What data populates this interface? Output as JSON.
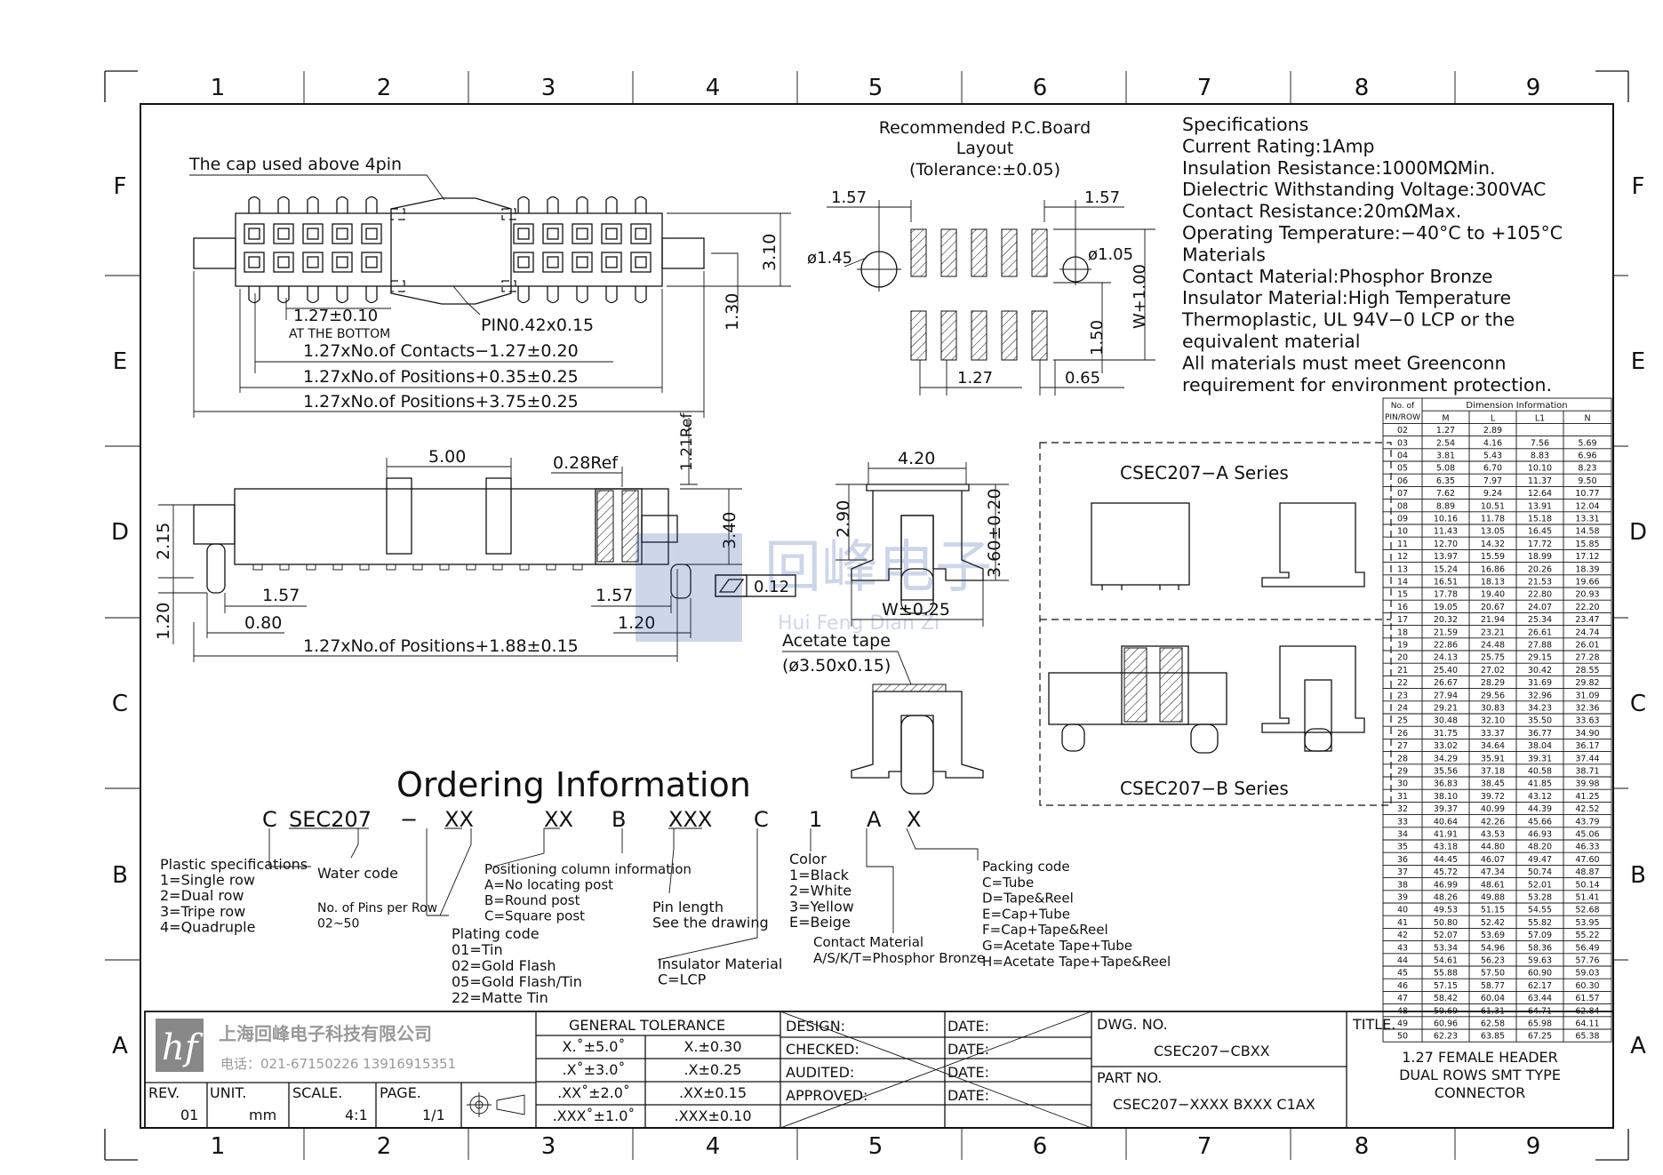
{
  "frame": {
    "columns": [
      "1",
      "2",
      "3",
      "4",
      "5",
      "6",
      "7",
      "8",
      "9"
    ],
    "rows": [
      "F",
      "E",
      "D",
      "C",
      "B",
      "A"
    ]
  },
  "top_view": {
    "note": "The cap used above 4pin",
    "dim_pitch": "1.27±0.10",
    "dim_pitch_sub": "AT THE BOTTOM",
    "dim_pin": "PIN0.42x0.15",
    "dim_height": "3.10",
    "dim_offset": "1.30",
    "dim_contacts": "1.27xNo.of  Contacts−1.27±0.20",
    "dim_positions_a": "1.27xNo.of  Positions+0.35±0.25",
    "dim_positions_b": "1.27xNo.of  Positions+3.75±0.25"
  },
  "pcb_layout": {
    "title1": "Recommended  P.C.Board",
    "title2": "Layout",
    "title3": "(Tolerance:±0.05)",
    "dim_left": "1.57",
    "dim_right": "1.57",
    "dim_hole_big": "ø1.45",
    "dim_hole_small": "ø1.05",
    "dim_w": "W+1.00",
    "dim_row": "1.50",
    "dim_pitch": "1.27",
    "dim_pad": "0.65"
  },
  "specs": {
    "lines": [
      "Specifications",
      "Current  Rating:1Amp",
      "Insulation  Resistance:1000MΩMin.",
      "Dielectric  Withstanding  Voltage:300VAC",
      "Contact  Resistance:20mΩMax.",
      "Operating  Temperature:−40°C  to  +105°C",
      "Materials",
      "Contact  Material:Phosphor  Bronze",
      "Insulator  Material:High  Temperature",
      "Thermoplastic,  UL  94V−0  LCP  or  the",
      "equivalent  material",
      "All  materials  must  meet  Greenconn",
      "requirement  for  environment  protection."
    ]
  },
  "side_view": {
    "dim_500": "5.00",
    "dim_028": "0.28Ref",
    "dim_121": "1.21Ref",
    "dim_340": "3.40",
    "dim_215": "2.15",
    "dim_157a": "1.57",
    "dim_080": "0.80",
    "dim_120a": "1.20",
    "dim_157b": "1.57",
    "dim_120b": "1.20",
    "flatness": "0.12",
    "dim_total": "1.27xNo.of  Positions+1.88±0.15"
  },
  "end_view": {
    "dim_420": "4.20",
    "dim_290": "2.90",
    "dim_360": "3.60±0.20",
    "dim_w": "W±0.25",
    "tape1": "Acetate  tape",
    "tape2": "(ø3.50x0.15)"
  },
  "series": {
    "a": "CSEC207−A  Series",
    "b": "CSEC207−B  Series"
  },
  "watermark": {
    "cn": "回峰电子",
    "py": "Hui  Feng  Dian  Zi"
  },
  "ordering": {
    "title": "Ordering  Information",
    "code": [
      "C",
      "SEC207",
      "−",
      "XX",
      "XX",
      "B",
      "XXX",
      "C",
      "1",
      "A",
      "X"
    ],
    "plastic": [
      "Plastic  specifications",
      "1=Single  row",
      "2=Dual  row",
      "3=Tripe  row",
      "4=Quadruple"
    ],
    "water": "Water  code",
    "pins": [
      "No.  of  Pins  per  Row",
      "02~50"
    ],
    "positioning": [
      "Positioning  column  information",
      "A=No  locating  post",
      "B=Round  post",
      "C=Square  post"
    ],
    "plating": [
      "Plating  code",
      "01=Tin",
      "02=Gold  Flash",
      "05=Gold  Flash/Tin",
      "22=Matte  Tin"
    ],
    "pin_length": [
      "Pin  length",
      "See  the  drawing"
    ],
    "insulator": [
      "Insulator  Material",
      "C=LCP"
    ],
    "color": [
      "Color",
      "1=Black",
      "2=White",
      "3=Yellow",
      "E=Beige"
    ],
    "contact": [
      "Contact  Material",
      "A/S/K/T=Phosphor  Bronze"
    ],
    "packing": [
      "Packing  code",
      "C=Tube",
      "D=Tape&Reel",
      "E=Cap+Tube",
      "F=Cap+Tape&Reel",
      "G=Acetate  Tape+Tube",
      "H=Acetate  Tape+Tape&Reel"
    ]
  },
  "dim_table": {
    "header_top": "Dimension  Information",
    "header_left1": "No.  of",
    "header_left2": "PIN/ROW",
    "columns": [
      "M",
      "L",
      "L1",
      "N"
    ],
    "rows": [
      [
        "02",
        "1.27",
        "2.89",
        "",
        ""
      ],
      [
        "03",
        "2.54",
        "4.16",
        "7.56",
        "5.69"
      ],
      [
        "04",
        "3.81",
        "5.43",
        "8.83",
        "6.96"
      ],
      [
        "05",
        "5.08",
        "6.70",
        "10.10",
        "8.23"
      ],
      [
        "06",
        "6.35",
        "7.97",
        "11.37",
        "9.50"
      ],
      [
        "07",
        "7.62",
        "9.24",
        "12.64",
        "10.77"
      ],
      [
        "08",
        "8.89",
        "10.51",
        "13.91",
        "12.04"
      ],
      [
        "09",
        "10.16",
        "11.78",
        "15.18",
        "13.31"
      ],
      [
        "10",
        "11.43",
        "13.05",
        "16.45",
        "14.58"
      ],
      [
        "11",
        "12.70",
        "14.32",
        "17.72",
        "15.85"
      ],
      [
        "12",
        "13.97",
        "15.59",
        "18.99",
        "17.12"
      ],
      [
        "13",
        "15.24",
        "16.86",
        "20.26",
        "18.39"
      ],
      [
        "14",
        "16.51",
        "18.13",
        "21.53",
        "19.66"
      ],
      [
        "15",
        "17.78",
        "19.40",
        "22.80",
        "20.93"
      ],
      [
        "16",
        "19.05",
        "20.67",
        "24.07",
        "22.20"
      ],
      [
        "17",
        "20.32",
        "21.94",
        "25.34",
        "23.47"
      ],
      [
        "18",
        "21.59",
        "23.21",
        "26.61",
        "24.74"
      ],
      [
        "19",
        "22.86",
        "24.48",
        "27.88",
        "26.01"
      ],
      [
        "20",
        "24.13",
        "25.75",
        "29.15",
        "27.28"
      ],
      [
        "21",
        "25.40",
        "27.02",
        "30.42",
        "28.55"
      ],
      [
        "22",
        "26.67",
        "28.29",
        "31.69",
        "29.82"
      ],
      [
        "23",
        "27.94",
        "29.56",
        "32.96",
        "31.09"
      ],
      [
        "24",
        "29.21",
        "30.83",
        "34.23",
        "32.36"
      ],
      [
        "25",
        "30.48",
        "32.10",
        "35.50",
        "33.63"
      ],
      [
        "26",
        "31.75",
        "33.37",
        "36.77",
        "34.90"
      ],
      [
        "27",
        "33.02",
        "34.64",
        "38.04",
        "36.17"
      ],
      [
        "28",
        "34.29",
        "35.91",
        "39.31",
        "37.44"
      ],
      [
        "29",
        "35.56",
        "37.18",
        "40.58",
        "38.71"
      ],
      [
        "30",
        "36.83",
        "38.45",
        "41.85",
        "39.98"
      ],
      [
        "31",
        "38.10",
        "39.72",
        "43.12",
        "41.25"
      ],
      [
        "32",
        "39.37",
        "40.99",
        "44.39",
        "42.52"
      ],
      [
        "33",
        "40.64",
        "42.26",
        "45.66",
        "43.79"
      ],
      [
        "34",
        "41.91",
        "43.53",
        "46.93",
        "45.06"
      ],
      [
        "35",
        "43.18",
        "44.80",
        "48.20",
        "46.33"
      ],
      [
        "36",
        "44.45",
        "46.07",
        "49.47",
        "47.60"
      ],
      [
        "37",
        "45.72",
        "47.34",
        "50.74",
        "48.87"
      ],
      [
        "38",
        "46.99",
        "48.61",
        "52.01",
        "50.14"
      ],
      [
        "39",
        "48.26",
        "49.88",
        "53.28",
        "51.41"
      ],
      [
        "40",
        "49.53",
        "51.15",
        "54.55",
        "52.68"
      ],
      [
        "41",
        "50.80",
        "52.42",
        "55.82",
        "53.95"
      ],
      [
        "42",
        "52.07",
        "53.69",
        "57.09",
        "55.22"
      ],
      [
        "43",
        "53.34",
        "54.96",
        "58.36",
        "56.49"
      ],
      [
        "44",
        "54.61",
        "56.23",
        "59.63",
        "57.76"
      ],
      [
        "45",
        "55.88",
        "57.50",
        "60.90",
        "59.03"
      ],
      [
        "46",
        "57.15",
        "58.77",
        "62.17",
        "60.30"
      ],
      [
        "47",
        "58.42",
        "60.04",
        "63.44",
        "61.57"
      ],
      [
        "48",
        "59.69",
        "61.31",
        "64.71",
        "62.84"
      ],
      [
        "49",
        "60.96",
        "62.58",
        "65.98",
        "64.11"
      ],
      [
        "50",
        "62.23",
        "63.85",
        "67.25",
        "65.38"
      ]
    ]
  },
  "title_block": {
    "company": "上海回峰电子科技有限公司",
    "phone": "电话：021-67150226  13916915351",
    "rev_label": "REV.",
    "rev": "01",
    "unit_label": "UNIT.",
    "unit": "mm",
    "scale_label": "SCALE.",
    "scale": "4:1",
    "page_label": "PAGE.",
    "page": "1/1",
    "tol_title": "GENERAL  TOLERANCE",
    "tol_left": [
      "X.˚±5.0˚",
      ".X˚±3.0˚",
      ".XX˚±2.0˚",
      ".XXX˚±1.0˚"
    ],
    "tol_right": [
      "X.±0.30",
      ".X±0.25",
      ".XX±0.15",
      ".XXX±0.10"
    ],
    "sign_labels": [
      "DESIGN:",
      "CHECKED:",
      "AUDITED:",
      "APPROVED:"
    ],
    "date_label": "DATE:",
    "dwg_label": "DWG.  NO.",
    "dwg_no": "CSEC207−CBXX",
    "part_label": "PART  NO.",
    "part_no": "CSEC207−XXXX  BXXX  C1AX",
    "title_label": "TITLE.",
    "title_lines": [
      "1.27  FEMALE  HEADER",
      "DUAL  ROWS  SMT  TYPE",
      "CONNECTOR"
    ]
  }
}
